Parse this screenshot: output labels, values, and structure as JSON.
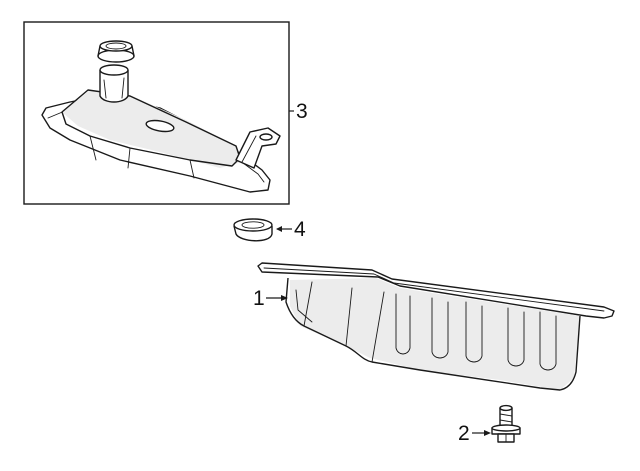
{
  "callouts": {
    "pan": "1",
    "bolt": "2",
    "filter": "3",
    "seal": "4"
  },
  "colors": {
    "line": "#1a1a1a",
    "background": "#ffffff",
    "shade": "#ececec"
  }
}
